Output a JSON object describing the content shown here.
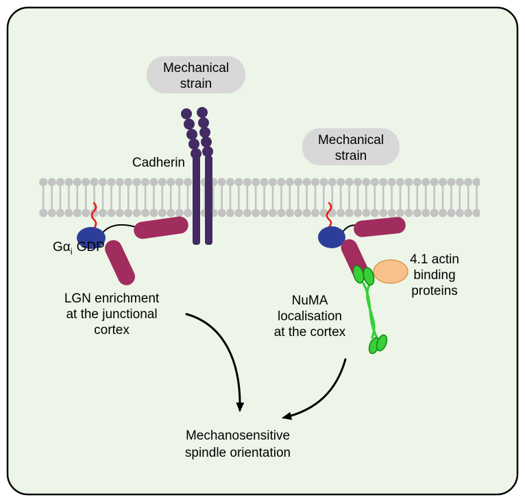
{
  "colors": {
    "panel_bg": "#ecf5e8",
    "panel_border": "#000000",
    "bubble": "#d8d8d8",
    "membrane": "#c3c3c3",
    "cadherin": "#432a63",
    "lgn_rod": "#a12d5e",
    "gai": "#2c3e97",
    "anchor": "#e81d1d",
    "numa_green": "#38cf38",
    "numa_green_stroke": "#118a11",
    "actin_orange": "#f8c18c",
    "actin_stroke": "#d6974f",
    "arrow": "#000000",
    "text": "#000000"
  },
  "labels": {
    "strain_left": [
      "Mechanical",
      "strain"
    ],
    "strain_right": [
      "Mechanical",
      "strain"
    ],
    "cadherin": "Cadherin",
    "g_alpha": "Gα",
    "g_alpha_sub": "i",
    "gdp": "GDP",
    "lgn": [
      "LGN enrichment",
      "at the junctional",
      "cortex"
    ],
    "numa": [
      "NuMA",
      "localisation",
      "at the cortex"
    ],
    "actin": [
      "4.1 actin",
      "binding",
      "proteins"
    ],
    "outcome": [
      "Mechanosensitive",
      "spindle orientation"
    ]
  }
}
